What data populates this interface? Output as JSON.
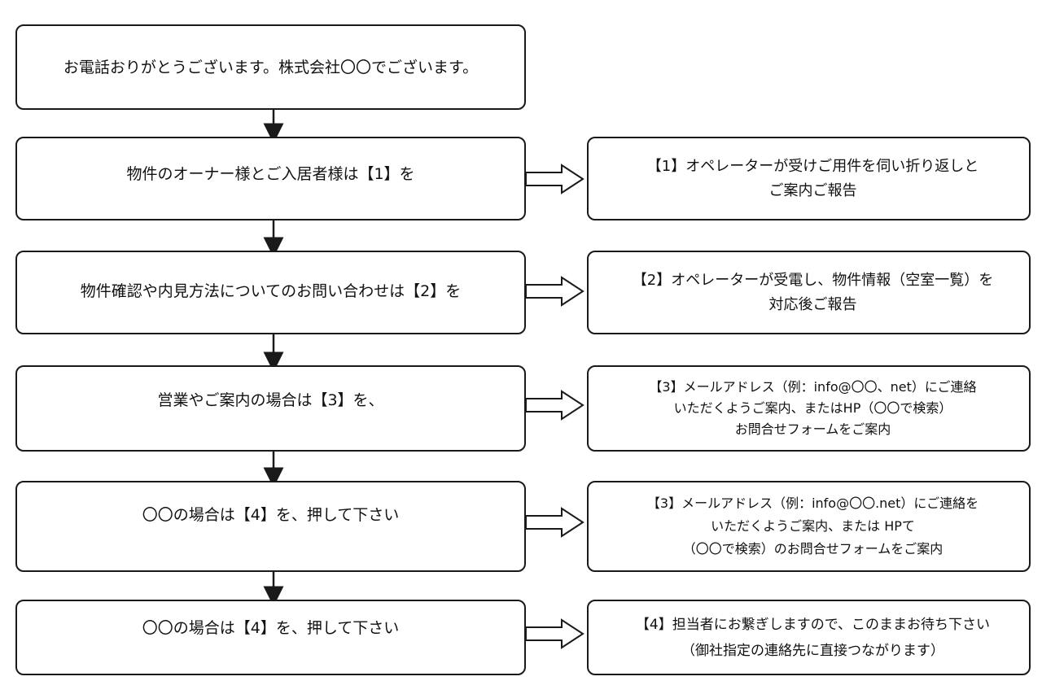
{
  "left_steps": [
    {
      "text": "お電話おりがとうございます。株式会社〇〇でございます。"
    },
    {
      "text": "物件のオーナー様とご入居者様は【1】を"
    },
    {
      "text": "物件確認や内見方法についてのお問い合わせは【2】を"
    },
    {
      "text": "営業やご案内の場合は【3】を、"
    },
    {
      "text": "〇〇の場合は【4】を、押して下さい"
    },
    {
      "text": "〇〇の場合は【4】を、押して下さい"
    }
  ],
  "right_notes": [
    {
      "lines": [
        "【1】オペレーターが受けご用件を伺い折り返しと",
        "ご案内ご報告"
      ]
    },
    {
      "lines": [
        "【2】オペレーターが受電し、物件情報（空室一覧）を",
        "対応後ご報告"
      ]
    },
    {
      "lines": [
        "【3】メールアドレス（例：info@〇〇、net）にご連絡",
        "いただくようご案内、またはHP（〇〇で検索）",
        "お問合せフォームをご案内"
      ]
    },
    {
      "lines": [
        "【3】メールアドレス（例：info@〇〇.net）にご連絡を",
        "いただくようご案内、または HPて",
        "（〇〇で検索）のお問合せフォームをご案内"
      ]
    },
    {
      "lines": [
        "【4】担当者にお繋ぎしますので、このままお待ち下さい",
        "（御社指定の連絡先に直接つながります）"
      ]
    }
  ]
}
